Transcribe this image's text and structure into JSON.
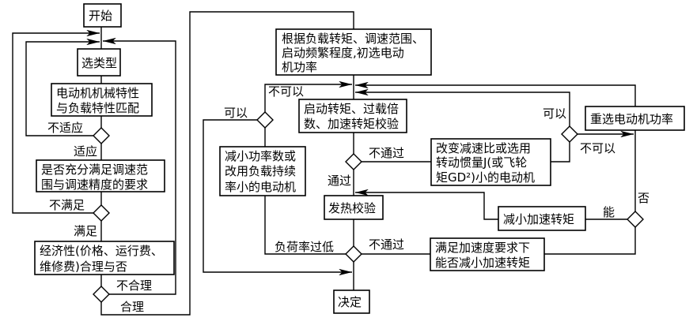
{
  "nodes": {
    "start": "开始",
    "select_type": "选类型",
    "match": [
      "电动机机械特性",
      "与负载特性匹配"
    ],
    "speed_check": [
      "是否充分满足调速范",
      "围与调速精度的要求"
    ],
    "economy": [
      "经济性(价格、运行费、",
      "维修费)合理与否"
    ],
    "preselect": [
      "根据负载转矩、调速范围、",
      "启动频繁程度,初选电动",
      "机功率"
    ],
    "torque_check": [
      "启动转矩、过载倍",
      "数、加速转矩校验"
    ],
    "change_ratio": [
      "改变减速比或选用",
      "转动惯量J(或飞轮",
      "矩GD²)小的电动机"
    ],
    "reselect_power": "重选电动机功率",
    "reduce_power": [
      "减小功率数或",
      "改用负载持续",
      "率小的电动机"
    ],
    "heat_check": "发热校验",
    "reduce_accel": "减小加速转矩",
    "accel_question": [
      "满足加速度要求下",
      "能否减小加速转矩"
    ],
    "decide": "决定"
  },
  "labels": {
    "unsuitable": "不适应",
    "suitable": "适应",
    "not_satisfied": "不满足",
    "satisfied": "满足",
    "unreasonable": "不合理",
    "reasonable": "合理",
    "not_ok_1": "不可以",
    "ok_1": "可以",
    "fail_1": "不通过",
    "pass": "通过",
    "ok_2": "可以",
    "not_ok_2": "不可以",
    "can": "能",
    "no": "否",
    "fail_2": "不通过",
    "low_load": "负荷率过低"
  }
}
